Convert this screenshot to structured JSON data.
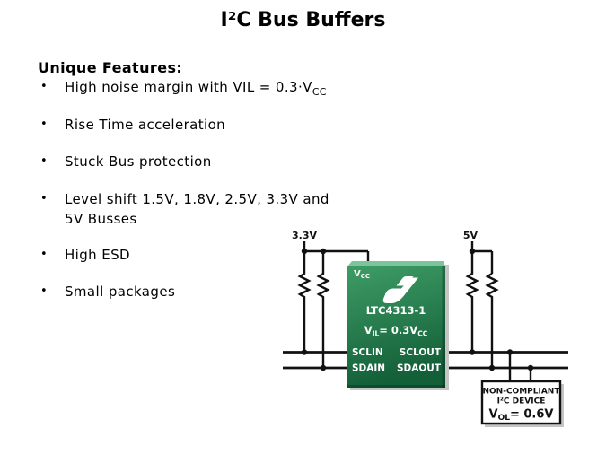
{
  "title": "I²C Bus Buffers",
  "features": {
    "heading": "Unique Features:",
    "bullet_char": "•",
    "items": {
      "noise_pre": "High noise margin with VIL = 0.3·V",
      "noise_sub": "CC",
      "rise": "Rise Time acceleration",
      "stuck": "Stuck Bus protection",
      "level_line1": "Level shift 1.5V, 1.8V, 2.5V, 3.3V and",
      "level_line2": "5V Busses",
      "esd": "High ESD",
      "packages": "Small packages"
    }
  },
  "diagram": {
    "rail_left_label": "3.3V",
    "rail_right_label": "5V",
    "wire_color": "#111111",
    "chip": {
      "color_top": "#3e9c66",
      "color_bottom": "#135f38",
      "bevel_color": "#7cc49a",
      "vcc_pre": "V",
      "vcc_sub": "CC",
      "part_number": "LTC4313-1",
      "vil_pre": "V",
      "vil_sub": "IL",
      "vil_mid": "= 0.3V",
      "vil_sub2": "CC",
      "pin_sclin": "SCLIN",
      "pin_sdain": "SDAIN",
      "pin_sclout": "SCLOUT",
      "pin_sdaout": "SDAOUT"
    },
    "device_box": {
      "line1": "NON-COMPLIANT",
      "line2": "I²C DEVICE",
      "vol_pre": "V",
      "vol_sub": "OL",
      "vol_rest": "= 0.6V"
    }
  }
}
